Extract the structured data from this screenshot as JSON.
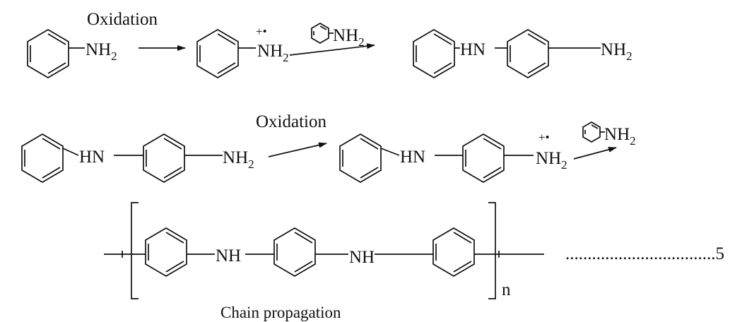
{
  "steps": {
    "oxidation_1": "Oxidation",
    "oxidation_2": "Oxidation",
    "chain_propagation": "Chain propagation"
  },
  "groups": {
    "nh": "N",
    "h": "H",
    "sub2": "2",
    "hn": "HN",
    "nh_chain": "NH",
    "radical_cation_1": "+•",
    "radical_cation_2": "+•",
    "repeat_n": "n"
  },
  "equation_marker": "..................................5"
}
